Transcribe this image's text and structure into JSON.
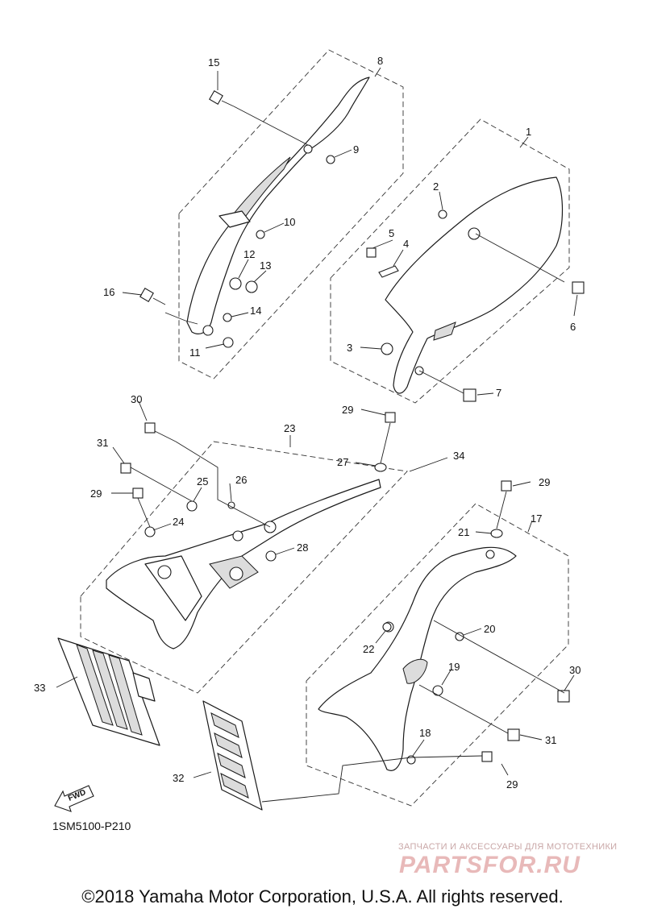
{
  "diagram": {
    "callouts": [
      "1",
      "2",
      "3",
      "4",
      "5",
      "6",
      "7",
      "8",
      "9",
      "10",
      "11",
      "12",
      "13",
      "14",
      "15",
      "16",
      "17",
      "18",
      "19",
      "20",
      "21",
      "22",
      "23",
      "24",
      "25",
      "26",
      "27",
      "28",
      "29",
      "29",
      "29",
      "29",
      "30",
      "30",
      "31",
      "31",
      "32",
      "33",
      "34"
    ],
    "fwd_label": "FWD",
    "code": "1SM5100-P210"
  },
  "watermark": {
    "tagline": "ЗАПЧАСТИ И АКСЕССУАРЫ ДЛЯ МОТОТЕХНИКИ",
    "logo": "PARTSFOR.RU"
  },
  "footer": {
    "copyright": "©2018 Yamaha Motor Corporation, U.S.A. All rights reserved."
  }
}
